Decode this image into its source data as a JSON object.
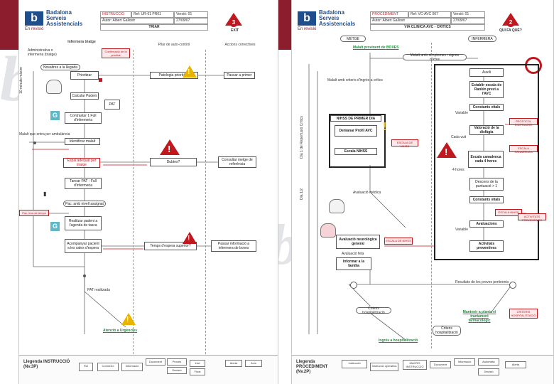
{
  "colors": {
    "maroon": "#8c1d2c",
    "accent_red": "#c0181f",
    "brand_blue": "#1f4e8c",
    "green": "#1a8f3a"
  },
  "left": {
    "header": {
      "logo": "b",
      "brand_lines": [
        "Badalona",
        "Serveis",
        "Assistencials"
      ],
      "subbrand": "En revisió",
      "doc_type": "INSTRUCCIÓ",
      "ref": "Ref: UR-01 PR01",
      "version": "Versió: 01",
      "author": "Autor: Albert Gallostr",
      "date": "27/09/07",
      "title": "TRIAR",
      "number": "3",
      "badge_text": "EXIT"
    },
    "lanes": {
      "left_axis": "10 minuts màxim",
      "col1": "Infermera triatge",
      "col2": "Pilar de auto-control",
      "col3": "Accions correctives"
    },
    "nodes": {
      "n_top_note": "Administrativa o infermeria (triatge)",
      "n_start": "Nosaltres a la llegada",
      "n_priority": "Prioritzar",
      "n_confirm": "Confirmació de la prioritat",
      "n_patologia": "Patologia prioritària",
      "n_passar": "Passar a primer",
      "n_calcular": "Calcular Padeni",
      "n_pat": "PAT",
      "n_contrast": "Contrastar 1 Full d'infermeria",
      "n_mal_note": "Malalt que entra per ambulància",
      "n_identificar": "Identificar malalt",
      "n_espai": "Espai adequat per triatge",
      "n_dubtes": "Dubtes?",
      "n_consultar": "Consultar metge de referència",
      "n_tancar": "Tancar PAT - Full d'infermeria",
      "n_pac_assign": "Pac. amb nivell assignat",
      "n_pac_fora": "Pac. fora de temps",
      "n_realitzar": "Realitzar padeni a l'agenda de tasca",
      "n_acompanyar": "Acompanyar pacient a les sales d'espera",
      "n_temps": "Temps d'espera superior?",
      "n_passar_inf": "Passar informació a infermera de boxes",
      "n_pat_real": "PAT realitzada",
      "n_end": "Atenció a Urgències"
    },
    "legend": {
      "title": "Llegenda INSTRUCCIÓ (Nv.3P)",
      "items": [
        "Rol",
        "Connexió",
        "Informació",
        "Document",
        "Procés",
        "Decisió",
        "Inici",
        "Final",
        "Alerta",
        "Avís"
      ]
    }
  },
  "right": {
    "header": {
      "logo": "b",
      "brand_lines": [
        "Badalona",
        "Serveis",
        "Assistencials"
      ],
      "subbrand": "En revisió",
      "doc_type": "PROCEDIMENT",
      "ref": "Ref: VC-AVC 007",
      "version": "Versió: 01",
      "author": "Autor: Albert Gallostr",
      "date": "27/09/07",
      "title": "VIA CLÍNICA AVC - CRÍTICS",
      "number": "2",
      "badge_text": "QUI FA QUÈ?"
    },
    "lanes": {
      "col1": "METGE",
      "col2": "INFERMERA",
      "axis_left": "Dia 1/2",
      "axis_inner": "Dia 1 de Reperfusió Crítics"
    },
    "nodes": {
      "r_start": "Malalt provinent de BOXES",
      "r_note1": "Malalt amb símptomes i signes d'ictus",
      "r_note2": "Malalt amb criteris d'ingrés a crítics",
      "r_auxili": "Auxili",
      "r_escala": "Establir escala de Rankin previ a l'AVC",
      "r_const1": "Constants vitals",
      "r_variable": "Variable",
      "r_valoracio": "Valoració de la disfàgia",
      "r_cada": "Cada vuit",
      "r_nihss_box": "NIHSS DE PRIMER DIA",
      "r_demanar": "Demanar Profil AVC",
      "r_escala_nihss": "Escala NIHSS",
      "r_escala_can": "Escala canadenca cada 4 hores",
      "r_4h": "4 hores",
      "r_descens": "Descens de la puntuació > 1",
      "r_const2": "Constants vitals",
      "r_avaluacio": "Avaluació mèdica",
      "r_avaluacions": "Avaluacions",
      "r_variable2": "Variable",
      "r_activitats": "Activitats preventives",
      "r_neuro": "Avaluació neurològica general",
      "r_avalua": "Avaluació feta",
      "r_informar": "Informar a la família",
      "r_resultats": "Resultats de les proves pertinents",
      "r_criteris": "Criteris hospitalització",
      "r_criteris2": "Criteris hospitalització",
      "r_mantenir": "Mantenir a planta el tractament farmacològic",
      "r_end": "Ingrés a hospitalització",
      "tag1": "ESCALA DE NIHSS",
      "tag2": "ESCALA DE NIHSS",
      "tag3": "PROTOCOL D'ACTUACIÓ",
      "tag4": "ESCALA CANADENCA",
      "tag5": "ACTIVITATS PREVENTIVES",
      "tag6": "CRITERIS HOSPITALITZACIÓ",
      "tag7": "ESCALA NIHSS"
    },
    "legend": {
      "title": "Llegenda PROCEDIMENT (Nv.2P)",
      "items": [
        "Instrucció",
        "Instrucció operativa",
        "MACRO INSTRUCCIÓ",
        "Document",
        "Informació",
        "Automàtic",
        "Decisió",
        "Alerta"
      ]
    }
  }
}
